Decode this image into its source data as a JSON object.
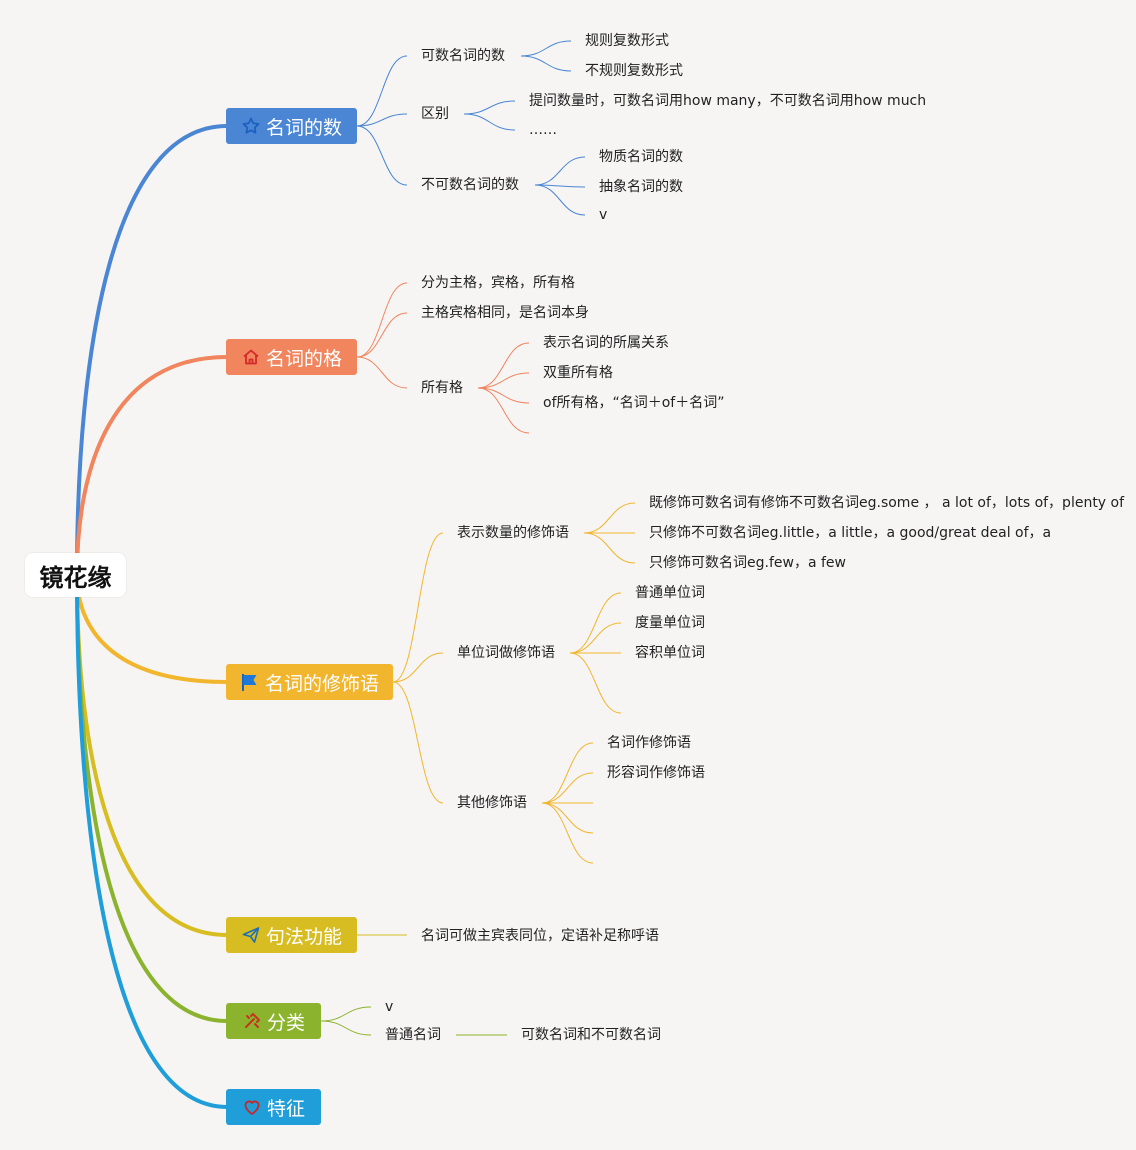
{
  "root": {
    "label": "镜花缘"
  },
  "branches": [
    {
      "label": "名词的数",
      "icon": "star-icon",
      "color": "#4a86d4",
      "children": [
        {
          "label": "可数名词的数",
          "children": [
            {
              "label": "规则复数形式"
            },
            {
              "label": "不规则复数形式"
            }
          ]
        },
        {
          "label": "区别",
          "children": [
            {
              "label": "提问数量时，可数名词用how many，不可数名词用how much"
            },
            {
              "label": "……"
            }
          ]
        },
        {
          "label": "不可数名词的数",
          "children": [
            {
              "label": "物质名词的数"
            },
            {
              "label": "抽象名词的数"
            },
            {
              "label": "v"
            }
          ]
        }
      ]
    },
    {
      "label": "名词的格",
      "icon": "home-icon",
      "color": "#f0855e",
      "children": [
        {
          "label": "分为主格，宾格，所有格"
        },
        {
          "label": "主格宾格相同，是名词本身"
        },
        {
          "label": "所有格",
          "children": [
            {
              "label": "表示名词的所属关系"
            },
            {
              "label": "双重所有格"
            },
            {
              "label": "of所有格，“名词＋of＋名词”"
            },
            {
              "label": ""
            }
          ]
        }
      ]
    },
    {
      "label": "名词的修饰语",
      "icon": "flag-icon",
      "color": "#f2b62e",
      "children": [
        {
          "label": "表示数量的修饰语",
          "children": [
            {
              "label": "既修饰可数名词有修饰不可数名词eg.some ， a lot of，lots of，plenty of"
            },
            {
              "label": "只修饰不可数名词eg.little，a little，a good/great deal of，a"
            },
            {
              "label": "只修饰可数名词eg.few，a few"
            }
          ]
        },
        {
          "label": "单位词做修饰语",
          "children": [
            {
              "label": "普通单位词"
            },
            {
              "label": "度量单位词"
            },
            {
              "label": "容积单位词"
            },
            {
              "label": ""
            }
          ]
        },
        {
          "label": "其他修饰语",
          "children": [
            {
              "label": "名词作修饰语"
            },
            {
              "label": "形容词作修饰语"
            },
            {
              "label": ""
            },
            {
              "label": ""
            },
            {
              "label": ""
            }
          ]
        }
      ]
    },
    {
      "label": "句法功能",
      "icon": "send-icon",
      "color": "#d8bd22",
      "children": [
        {
          "label": "名词可做主宾表同位，定语补足称呼语"
        }
      ]
    },
    {
      "label": "分类",
      "icon": "tools-icon",
      "color": "#8bb32d",
      "children": [
        {
          "label": "v"
        },
        {
          "label": "普通名词",
          "children": [
            {
              "label": "可数名词和不可数名词"
            }
          ]
        }
      ]
    },
    {
      "label": "特征",
      "icon": "heart-icon",
      "color": "#1f9ed9",
      "children": []
    }
  ]
}
